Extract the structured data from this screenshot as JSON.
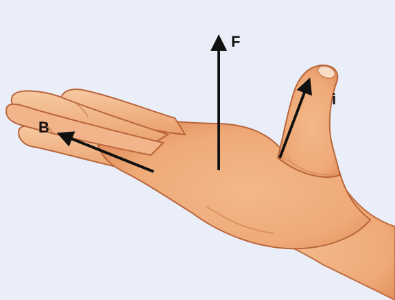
{
  "colors": {
    "background": "#eaeef8",
    "skin": "#f0ad7c",
    "skin_light": "#f6c79f",
    "skin_shadow": "#d88652",
    "outline": "#b9643a",
    "arrow": "#111111"
  },
  "vectors": {
    "force": {
      "label": "F"
    },
    "field": {
      "label": "B"
    },
    "current": {
      "label": "i"
    }
  }
}
